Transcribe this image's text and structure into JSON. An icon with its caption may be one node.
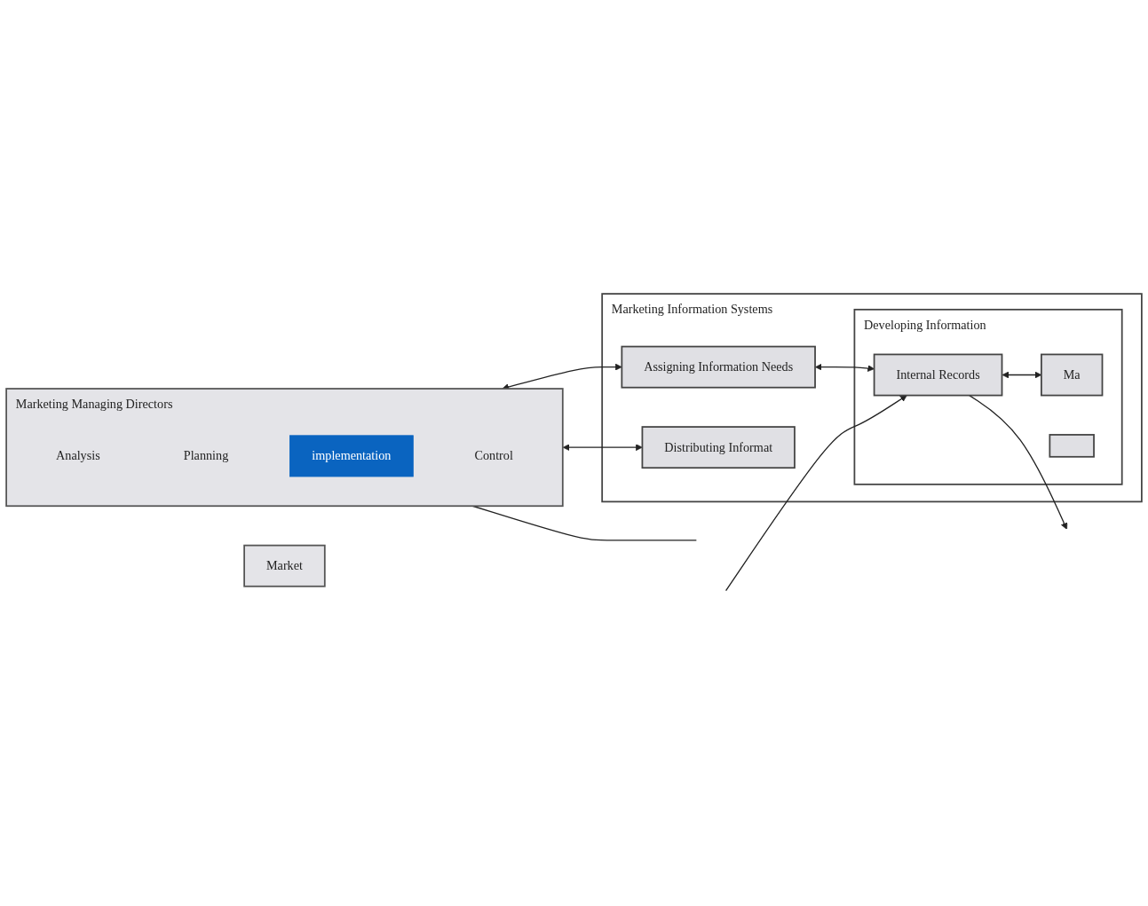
{
  "diagram": {
    "nodes": [
      {
        "text": [
          "Marketing Managing Directors"
        ]
      },
      {
        "text": [
          "Analysis"
        ],
        "in": 0
      },
      {
        "text": [
          "Planning"
        ],
        "in": 0
      },
      {
        "text": [
          "implementation"
        ],
        "in": 0
      },
      {
        "text": [
          "Control"
        ],
        "in": 0
      },
      {
        "text": [
          "Marketing Information Systems"
        ]
      },
      {
        "text": [
          "Assigning Information Needs"
        ],
        "in": 5
      },
      {
        "text": [
          "Distributing Informat"
        ],
        "in": 5
      },
      {
        "text": [
          "Developing Information"
        ],
        "in": 5
      },
      {
        "text": [
          "Internal Records"
        ],
        "in": 8
      },
      {
        "text": [
          "Ma"
        ],
        "in": 8
      },
      {
        "text": [],
        "shape": "box",
        "in": 8
      },
      {
        "text": [
          "Market"
        ]
      }
    ],
    "edges": [
      {
        "from": 0,
        "to": 6,
        "arrow": "both"
      },
      {
        "from": 0,
        "to": 7,
        "arrow": "both"
      },
      {
        "from": 6,
        "to": 9,
        "arrow": "both"
      },
      {
        "from": 9,
        "to": 10,
        "arrow": "both"
      },
      {
        "from": null,
        "to": 9,
        "arrow": "to"
      },
      {
        "from": 9,
        "to": null,
        "arrow": "to"
      },
      {
        "from": 0,
        "to": null,
        "arrow": "none"
      }
    ]
  }
}
